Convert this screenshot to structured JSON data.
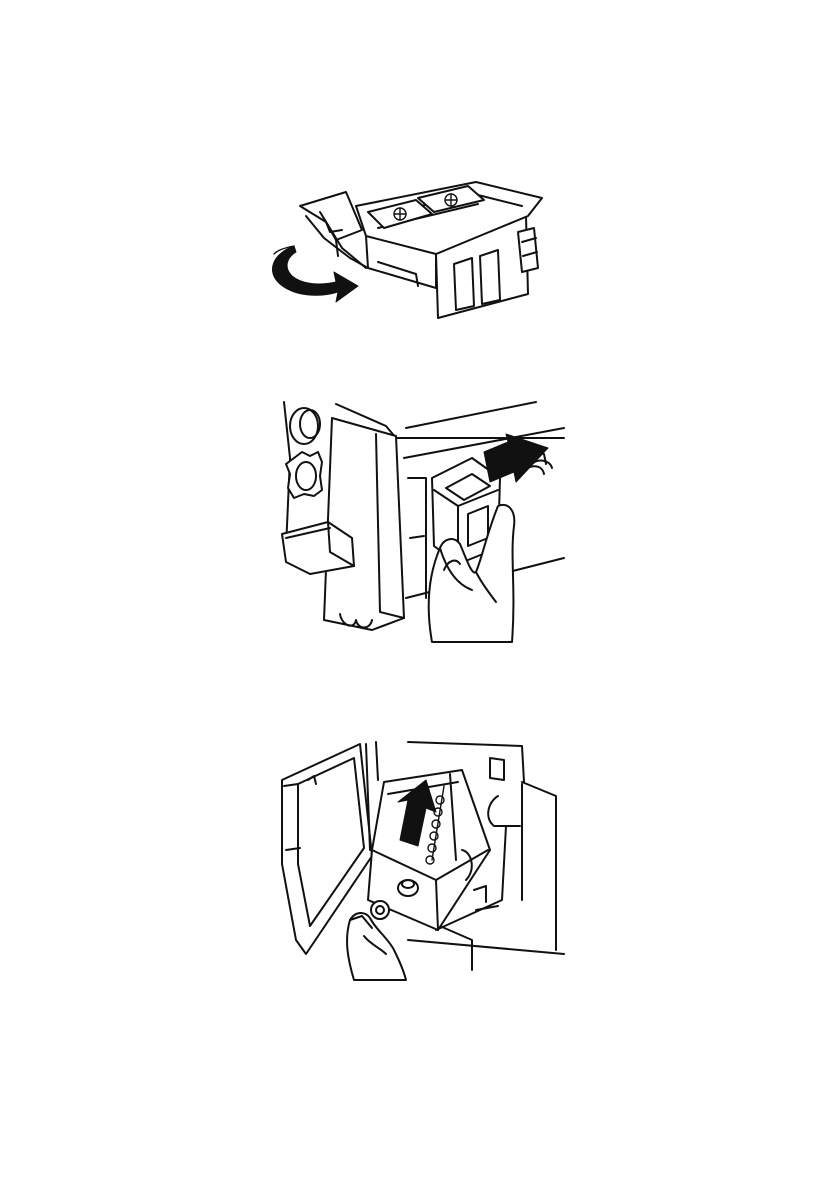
{
  "page": {
    "background": "#ffffff",
    "ink_color": "#111111"
  },
  "figures": [
    {
      "id": "staple-cartridge-rotate",
      "icon": "rotate-arrow-icon",
      "text": ""
    },
    {
      "id": "staple-cartridge-insert",
      "icon": "push-arrow-icon",
      "text": ""
    },
    {
      "id": "stapler-unit-push-back",
      "icon": "up-arrow-icon",
      "text": ""
    }
  ]
}
